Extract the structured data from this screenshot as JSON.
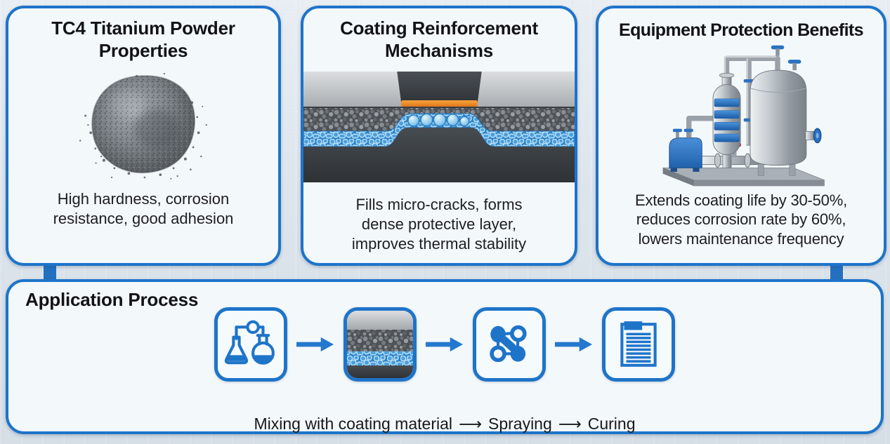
{
  "infographic": {
    "panels": [
      {
        "id": "powder",
        "title": "TC4 Titanium Powder Properties",
        "description": "High hardness, corrosion resistance, good adhesion",
        "image": "titanium-powder-pile-photo"
      },
      {
        "id": "coating",
        "title": "Coating Reinforcement Mechanisms",
        "description": "Fills micro-cracks, forms dense protective layer, improves thermal stability",
        "image": "coating-cross-section-diagram"
      },
      {
        "id": "equipment",
        "title": "Equipment Protection Benefits",
        "description": "Extends coating life by 30-50%, reduces corrosion rate by 60%, lowers maintenance frequency",
        "image": "industrial-equipment-illustration"
      }
    ],
    "process": {
      "title": "Application Process",
      "step_icons": [
        "mixing-flasks-icon",
        "coating-layers-icon",
        "spray-particles-icon",
        "curing-document-icon"
      ],
      "caption_parts": [
        "Mixing with coating material",
        "Spraying",
        "Curing"
      ],
      "arrow_glyph": "⟶"
    },
    "colors": {
      "accent": "#1e74c9",
      "connector": "#2470c0",
      "flow_arrow": "#2478cd",
      "orange_seal": "#ee8a1f",
      "text": "#1b1c1e",
      "panel_background": "#f3f8fb",
      "page_background": "#dde5ec"
    }
  }
}
